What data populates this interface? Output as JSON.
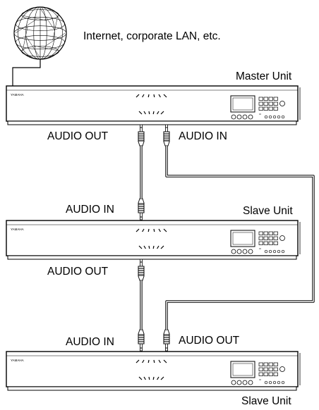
{
  "network_label": "Internet, corporate LAN, etc.",
  "units": [
    {
      "label": "Master Unit",
      "brand": "YAMAHA"
    },
    {
      "label": "Slave Unit",
      "brand": "YAMAHA"
    },
    {
      "label": "Slave Unit",
      "brand": "YAMAHA"
    }
  ],
  "ports": {
    "master_audio_out": "AUDIO OUT",
    "master_audio_in": "AUDIO IN",
    "slave1_audio_in": "AUDIO IN",
    "slave1_audio_out": "AUDIO OUT",
    "slave2_audio_in": "AUDIO IN",
    "slave2_audio_out": "AUDIO OUT"
  },
  "icons": {
    "network": "globe-icon",
    "connector": "audio-plug-icon"
  },
  "colors": {
    "line": "#000000",
    "background": "#ffffff"
  }
}
